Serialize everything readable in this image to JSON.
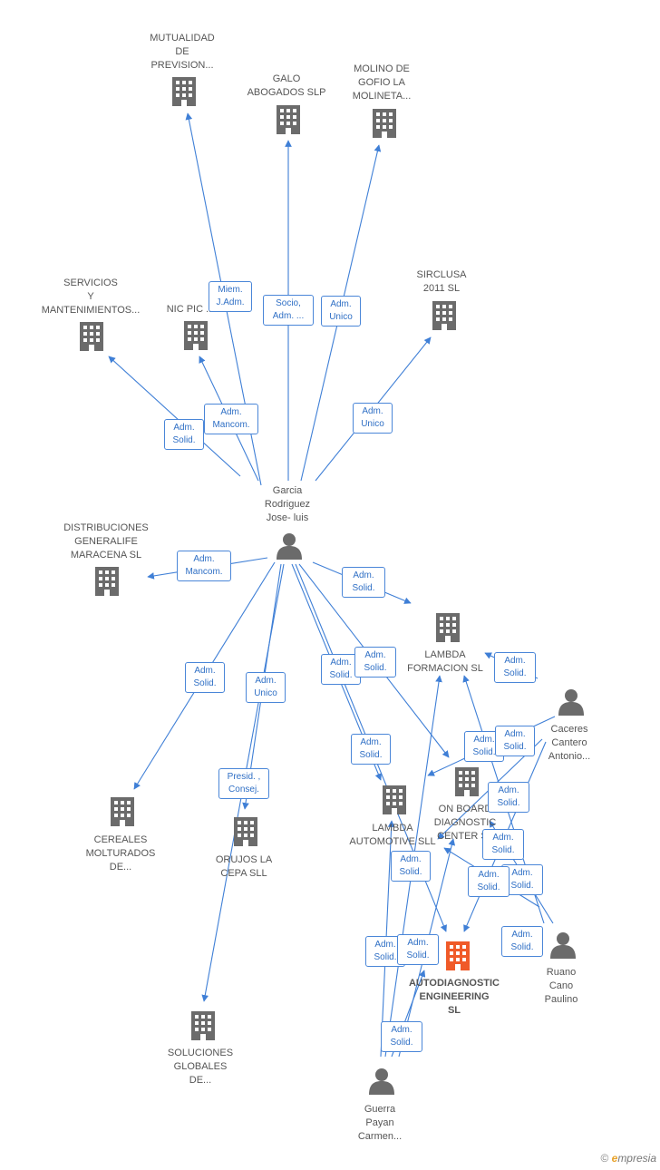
{
  "colors": {
    "edge": "#3f7fd6",
    "building": "#6b6b6b",
    "focus": "#f05a28",
    "person": "#6b6b6b"
  },
  "nodes": [
    {
      "id": "mutualidad",
      "kind": "company",
      "label": "MUTUALIDAD\nDE\nPREVISION..."
    },
    {
      "id": "galo",
      "kind": "company",
      "label": "GALO\nABOGADOS SLP"
    },
    {
      "id": "molino",
      "kind": "company",
      "label": "MOLINO DE\nGOFIO LA\nMOLINETA..."
    },
    {
      "id": "servicios",
      "kind": "company",
      "label": "SERVICIOS\nY\nMANTENIMIENTOS..."
    },
    {
      "id": "nicpic",
      "kind": "company",
      "label": "NIC PIC ..."
    },
    {
      "id": "sirclusa",
      "kind": "company",
      "label": "SIRCLUSA\n2011 SL"
    },
    {
      "id": "garcia",
      "kind": "person",
      "label": "Garcia\nRodriguez\nJose- luis"
    },
    {
      "id": "distribuciones",
      "kind": "company",
      "label": "DISTRIBUCIONES\nGENERALIFE\nMARACENA SL"
    },
    {
      "id": "lambda_formacion",
      "kind": "company",
      "label": "LAMBDA\nFORMACION SL"
    },
    {
      "id": "caceres",
      "kind": "person",
      "label": "Caceres\nCantero\nAntonio..."
    },
    {
      "id": "onboard",
      "kind": "company",
      "label": "ON BOARD\nDIAGNOSTIC\nCENTER SL"
    },
    {
      "id": "lambda_auto",
      "kind": "company",
      "label": "LAMBDA\nAUTOMOTIVE SLL"
    },
    {
      "id": "cereales",
      "kind": "company",
      "label": "CEREALES\nMOLTURADOS\nDE..."
    },
    {
      "id": "orujos",
      "kind": "company",
      "label": "ORUJOS LA\nCEPA SLL"
    },
    {
      "id": "autodiag",
      "kind": "focus",
      "label": "AUTODIAGNOSTIC\nENGINEERING\nSL"
    },
    {
      "id": "ruano",
      "kind": "person",
      "label": "Ruano\nCano\nPaulino"
    },
    {
      "id": "soluciones",
      "kind": "company",
      "label": "SOLUCIONES\nGLOBALES\nDE..."
    },
    {
      "id": "guerra",
      "kind": "person",
      "label": "Guerra\nPayan\nCarmen..."
    }
  ],
  "badges": [
    {
      "id": "b1",
      "text": "Miem.\nJ.Adm."
    },
    {
      "id": "b2",
      "text": "Socio,\nAdm. ..."
    },
    {
      "id": "b3",
      "text": "Adm.\nUnico"
    },
    {
      "id": "b4",
      "text": "Adm.\nMancom."
    },
    {
      "id": "b5",
      "text": "Adm.\nSolid."
    },
    {
      "id": "b6",
      "text": "Adm.\nUnico"
    },
    {
      "id": "b7",
      "text": "Adm.\nMancom."
    },
    {
      "id": "b8",
      "text": "Adm.\nSolid."
    },
    {
      "id": "b9",
      "text": "Adm.\nSolid."
    },
    {
      "id": "b10",
      "text": "Adm.\nUnico"
    },
    {
      "id": "b11",
      "text": "Adm.\nSolid."
    },
    {
      "id": "b12",
      "text": "Adm.\nSolid."
    },
    {
      "id": "b13",
      "text": "Adm.\nSolid."
    },
    {
      "id": "b14",
      "text": "Presid. ,\nConsej."
    },
    {
      "id": "b15",
      "text": "Adm.\nSolid."
    },
    {
      "id": "b16",
      "text": "Adm.\nSolid."
    },
    {
      "id": "b17",
      "text": "Adm.\nSolid."
    },
    {
      "id": "b18",
      "text": "Adm.\nSolid."
    },
    {
      "id": "b19",
      "text": "Adm.\nSolid."
    },
    {
      "id": "b20",
      "text": "Adm.\nSolid."
    },
    {
      "id": "b21",
      "text": "Adm.\nSolid."
    },
    {
      "id": "b22",
      "text": "Adm.\nSolid."
    },
    {
      "id": "b23",
      "text": "Adm.\nSolid."
    },
    {
      "id": "b24",
      "text": "Adm.\nSolid."
    },
    {
      "id": "b25",
      "text": "Adm.\nSolid."
    },
    {
      "id": "b26",
      "text": "Adm.\nSolid."
    },
    {
      "id": "b27",
      "text": "Adm.\nSolid."
    }
  ],
  "footer": {
    "copyright": "©",
    "brand_e": "e",
    "brand_rest": "mpresia"
  }
}
